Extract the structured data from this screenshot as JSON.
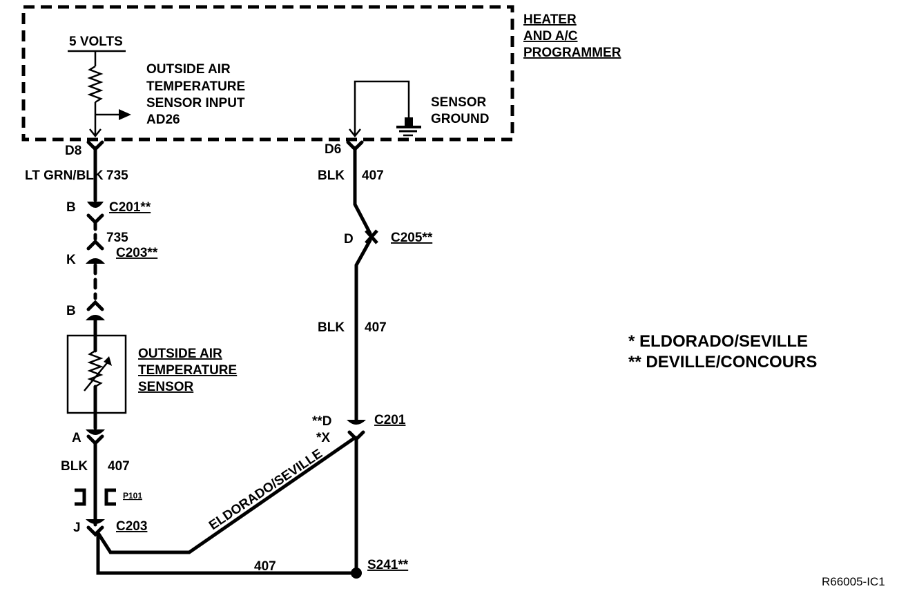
{
  "module": {
    "name_lines": [
      "HEATER",
      "AND A/C",
      "PROGRAMMER"
    ],
    "supply_label": "5 VOLTS",
    "input_label_lines": [
      "OUTSIDE AIR",
      "TEMPERATURE",
      "SENSOR INPUT",
      "AD26"
    ],
    "ground_label_lines": [
      "SENSOR",
      "GROUND"
    ]
  },
  "left_circuit": {
    "module_pin": "D8",
    "wire_color": "LT GRN/BLK",
    "wire_number": "735",
    "c201_pin": "B",
    "c201_label": "C201**",
    "wire_number_2": "735",
    "c203_pin_k": "K",
    "c203_label": "C203**",
    "sensor_pin_b": "B",
    "sensor_name_lines": [
      "OUTSIDE AIR",
      "TEMPERATURE",
      "SENSOR"
    ],
    "sensor_pin_a": "A",
    "ground_wire_color": "BLK",
    "ground_wire_number": "407",
    "p101_label": "P101",
    "c203_pin_j": "J",
    "c203_label_2": "C203"
  },
  "right_circuit": {
    "module_pin": "D6",
    "wire_color": "BLK",
    "wire_number": "407",
    "c205_pin": "D",
    "c205_label": "C205**",
    "wire_color_2": "BLK",
    "wire_number_2": "407",
    "c201_pin_d": "**D",
    "c201_pin_x": "*X",
    "c201_label": "C201",
    "splice_label": "S241**"
  },
  "bottom": {
    "wire_number": "407",
    "diag_label": "ELDORADO/SEVILLE"
  },
  "legend": {
    "line1": "* ELDORADO/SEVILLE",
    "line2": "** DEVILLE/CONCOURS"
  },
  "figure_id": "R66005-IC1"
}
